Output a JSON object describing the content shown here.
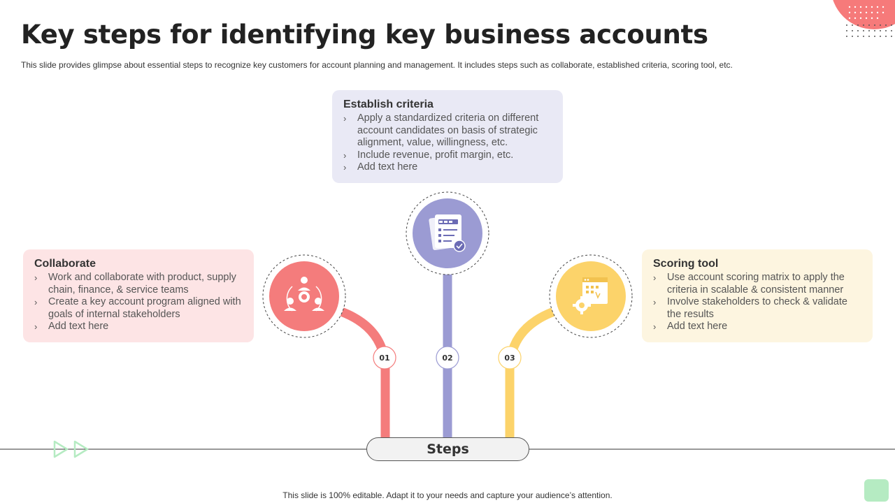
{
  "title": "Key steps for identifying key business accounts",
  "subtitle": "This slide provides glimpse about essential steps to recognize key customers for account planning and management. It includes steps such as collaborate, established criteria, scoring tool, etc.",
  "cards": {
    "establish": {
      "heading": "Establish criteria",
      "bullets": [
        "Apply a standardized criteria on different account candidates on basis of strategic alignment, value, willingness, etc.",
        "Include revenue, profit margin, etc.",
        "Add text here"
      ],
      "icon": "checklist-document-icon",
      "color": "#9b9bd3"
    },
    "collaborate": {
      "heading": "Collaborate",
      "bullets": [
        "Work and collaborate with product, supply chain, finance, & service teams",
        "Create a key account program aligned with goals of internal stakeholders",
        "Add text here"
      ],
      "icon": "team-gear-icon",
      "color": "#f47c7c"
    },
    "scoring": {
      "heading": "Scoring tool",
      "bullets": [
        "Use account scoring matrix to apply the criteria in scalable & consistent manner",
        "Involve stakeholders to check & validate the results",
        "Add text here"
      ],
      "icon": "browser-gear-icon",
      "color": "#fcd36a"
    }
  },
  "steps": [
    {
      "number": "01",
      "color": "#f47c7c"
    },
    {
      "number": "02",
      "color": "#9b9bd3"
    },
    {
      "number": "03",
      "color": "#fcd36a"
    }
  ],
  "steps_label": "Steps",
  "footer": "This slide is 100% editable. Adapt it to your needs and capture your audience’s attention.",
  "colors": {
    "accent_red": "#f47c7c",
    "accent_purple": "#9b9bd3",
    "accent_yellow": "#fcd36a",
    "accent_green": "#b5ebc2"
  }
}
